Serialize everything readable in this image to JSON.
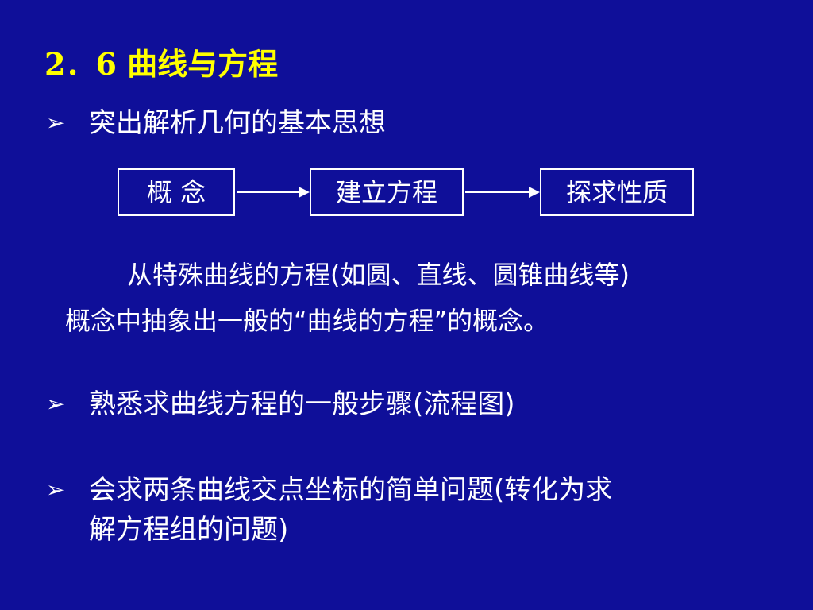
{
  "title": "2．6  曲线与方程",
  "bullets": [
    {
      "marker": "➢",
      "text": "突出解析几何的基本思想"
    },
    {
      "marker": "➢",
      "text": "熟悉求曲线方程的一般步骤(流程图)"
    },
    {
      "marker": "➢",
      "line1": "会求两条曲线交点坐标的简单问题(转化为求",
      "line2": "解方程组的问题)"
    }
  ],
  "flow": {
    "box1": "概    念",
    "box2": "建立方程",
    "box3": "探求性质"
  },
  "paragraph": {
    "line1": "从特殊曲线的方程(如圆、直线、圆锥曲线等)",
    "line2": "概念中抽象出一般的“曲线的方程”的概念。"
  },
  "colors": {
    "background": "#0f0f99",
    "title": "#ffff00",
    "text": "#ffffff"
  }
}
